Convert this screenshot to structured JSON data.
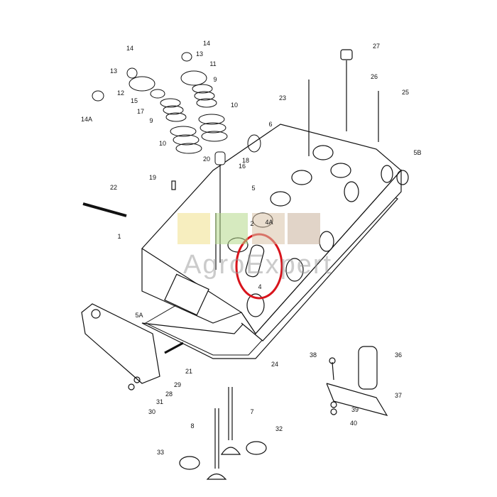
{
  "diagram": {
    "title": "Cylinder head exploded view",
    "highlight_color": "#d8141c",
    "highlighted_part": "4",
    "labels": [
      {
        "id": "14a",
        "text": "14"
      },
      {
        "id": "14b",
        "text": "14"
      },
      {
        "id": "13a",
        "text": "13"
      },
      {
        "id": "13b",
        "text": "13"
      },
      {
        "id": "11",
        "text": "11"
      },
      {
        "id": "12",
        "text": "12"
      },
      {
        "id": "15",
        "text": "15"
      },
      {
        "id": "17",
        "text": "17"
      },
      {
        "id": "9a",
        "text": "9"
      },
      {
        "id": "9b",
        "text": "9"
      },
      {
        "id": "14A",
        "text": "14A"
      },
      {
        "id": "10a",
        "text": "10"
      },
      {
        "id": "10b",
        "text": "10"
      },
      {
        "id": "6",
        "text": "6"
      },
      {
        "id": "20",
        "text": "20"
      },
      {
        "id": "18",
        "text": "18"
      },
      {
        "id": "16",
        "text": "16"
      },
      {
        "id": "19",
        "text": "19"
      },
      {
        "id": "22",
        "text": "22"
      },
      {
        "id": "5",
        "text": "5"
      },
      {
        "id": "1",
        "text": "1"
      },
      {
        "id": "2",
        "text": "2"
      },
      {
        "id": "4A",
        "text": "4A"
      },
      {
        "id": "4",
        "text": "4"
      },
      {
        "id": "23",
        "text": "23"
      },
      {
        "id": "27",
        "text": "27"
      },
      {
        "id": "26",
        "text": "26"
      },
      {
        "id": "25",
        "text": "25"
      },
      {
        "id": "5B",
        "text": "5B"
      },
      {
        "id": "5A",
        "text": "5A"
      },
      {
        "id": "24",
        "text": "24"
      },
      {
        "id": "21",
        "text": "21"
      },
      {
        "id": "29",
        "text": "29"
      },
      {
        "id": "31",
        "text": "31"
      },
      {
        "id": "28",
        "text": "28"
      },
      {
        "id": "30",
        "text": "30"
      },
      {
        "id": "38",
        "text": "38"
      },
      {
        "id": "36",
        "text": "36"
      },
      {
        "id": "37",
        "text": "37"
      },
      {
        "id": "39",
        "text": "39"
      },
      {
        "id": "40",
        "text": "40"
      },
      {
        "id": "7",
        "text": "7"
      },
      {
        "id": "8",
        "text": "8"
      },
      {
        "id": "32",
        "text": "32"
      },
      {
        "id": "33",
        "text": "33"
      }
    ]
  },
  "watermark": {
    "text": "AgroExpert",
    "tile_colors": [
      "#f0e08a",
      "#b5d98a",
      "#d9c3a8",
      "#c9b09a"
    ]
  }
}
